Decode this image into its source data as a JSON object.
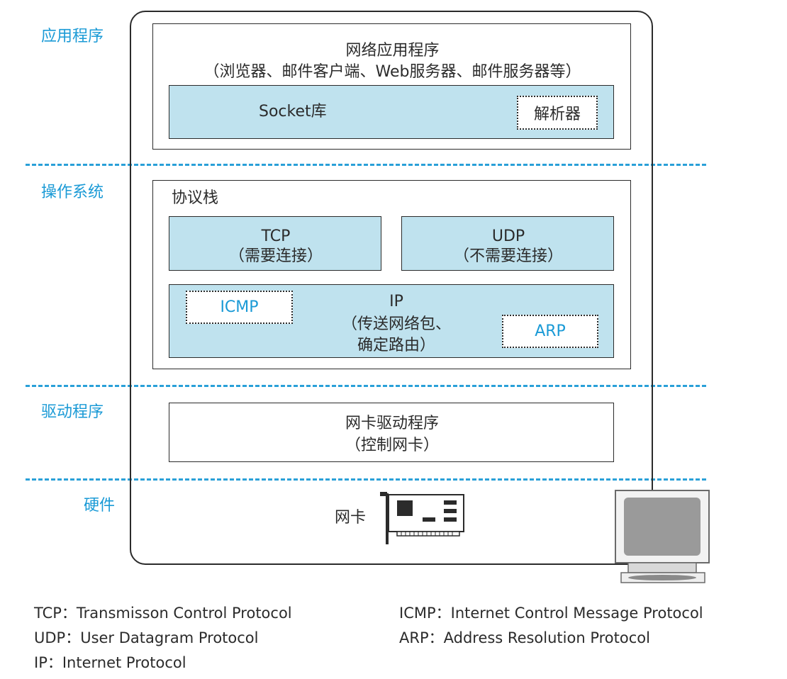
{
  "layers": {
    "application": "应用程序",
    "os": "操作系统",
    "driver": "驱动程序",
    "hardware": "硬件"
  },
  "app_box": {
    "title": "网络应用程序",
    "subtitle": "（浏览器、邮件客户端、Web服务器、邮件服务器等）"
  },
  "socket_box": {
    "label": "Socket库",
    "resolver": "解析器"
  },
  "protocol_stack": {
    "title": "协议栈",
    "tcp": {
      "name": "TCP",
      "desc": "（需要连接）"
    },
    "udp": {
      "name": "UDP",
      "desc": "（不需要连接）"
    },
    "ip": {
      "name": "IP",
      "desc_line1": "（传送网络包、",
      "desc_line2": "确定路由）"
    },
    "icmp": "ICMP",
    "arp": "ARP"
  },
  "driver_box": {
    "title": "网卡驱动程序",
    "subtitle": "（控制网卡）"
  },
  "hardware": {
    "nic_label": "网卡"
  },
  "legend": [
    "TCP：Transmisson Control Protocol",
    "UDP：User Datagram Protocol",
    "IP：Internet Protocol",
    "ICMP：Internet Control Message Protocol",
    "ARP：Address Resolution Protocol"
  ],
  "colors": {
    "accent_blue": "#1a9ad6",
    "box_fill": "#bfe2ee"
  }
}
